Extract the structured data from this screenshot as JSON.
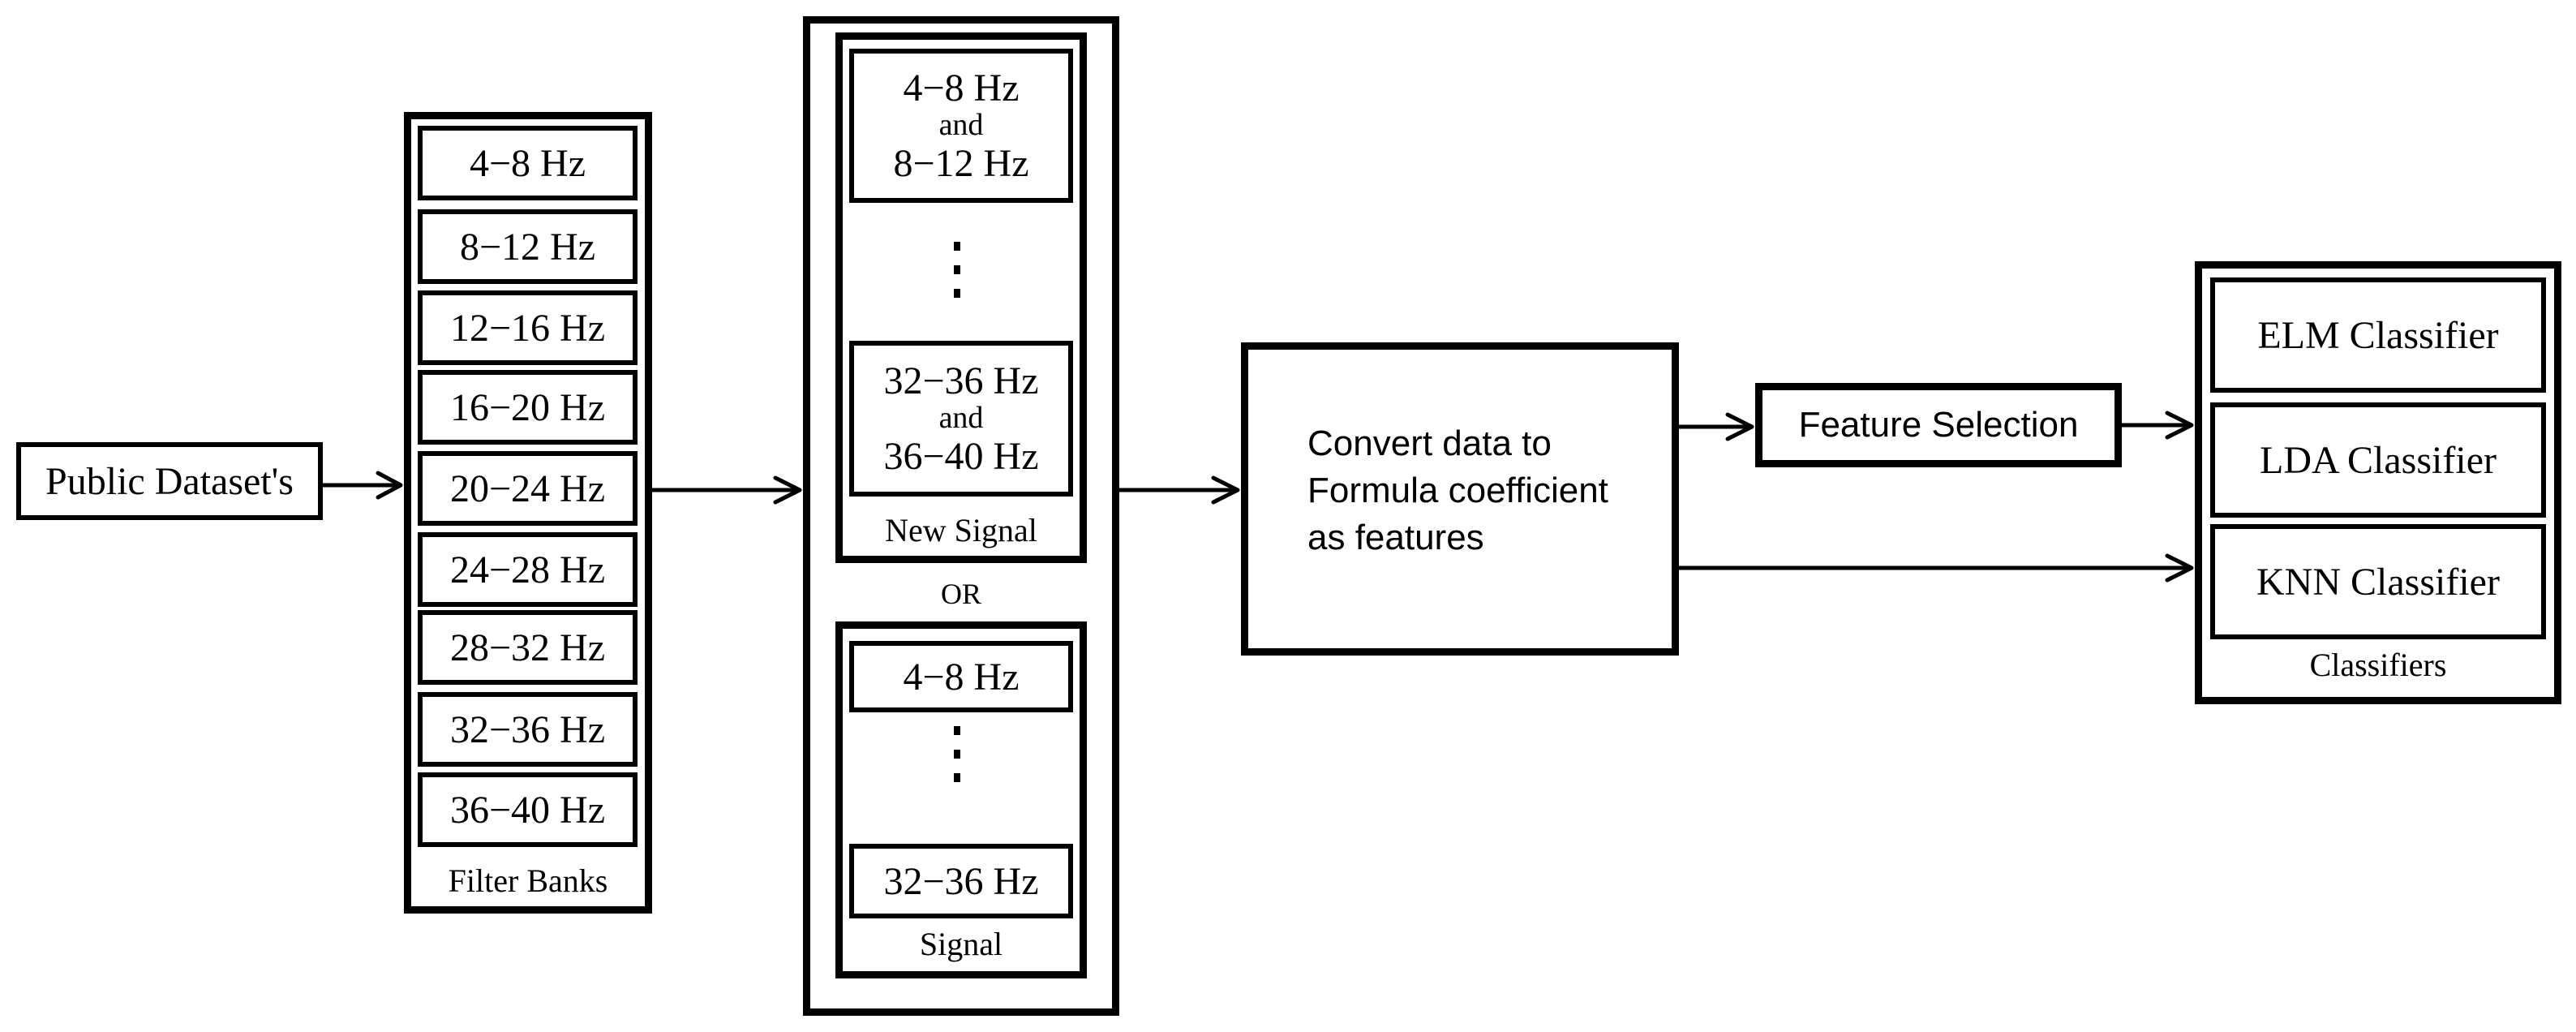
{
  "input": {
    "label": "Public Dataset's"
  },
  "filter_banks": {
    "caption": "Filter Banks",
    "bands": [
      "4−8 Hz",
      "8−12 Hz",
      "12−16 Hz",
      "16−20 Hz",
      "20−24 Hz",
      "24−28 Hz",
      "28−32 Hz",
      "32−36 Hz",
      "36−40 Hz"
    ]
  },
  "new_signal": {
    "caption": "New Signal",
    "top": {
      "line1": "4−8 Hz",
      "joiner": "and",
      "line2": "8−12 Hz"
    },
    "bottom": {
      "line1": "32−36 Hz",
      "joiner": "and",
      "line2": "36−40 Hz"
    }
  },
  "or_label": "OR",
  "signal": {
    "caption": "Signal",
    "top": "4−8 Hz",
    "bottom": "32−36 Hz"
  },
  "convert": {
    "lines": [
      "Convert data to",
      "Formula coefficient",
      "as features"
    ]
  },
  "feature_selection": {
    "label": "Feature Selection"
  },
  "classifiers": {
    "caption": "Classifiers",
    "items": [
      "ELM Classifier",
      "LDA Classifier",
      "KNN Classifier"
    ]
  }
}
